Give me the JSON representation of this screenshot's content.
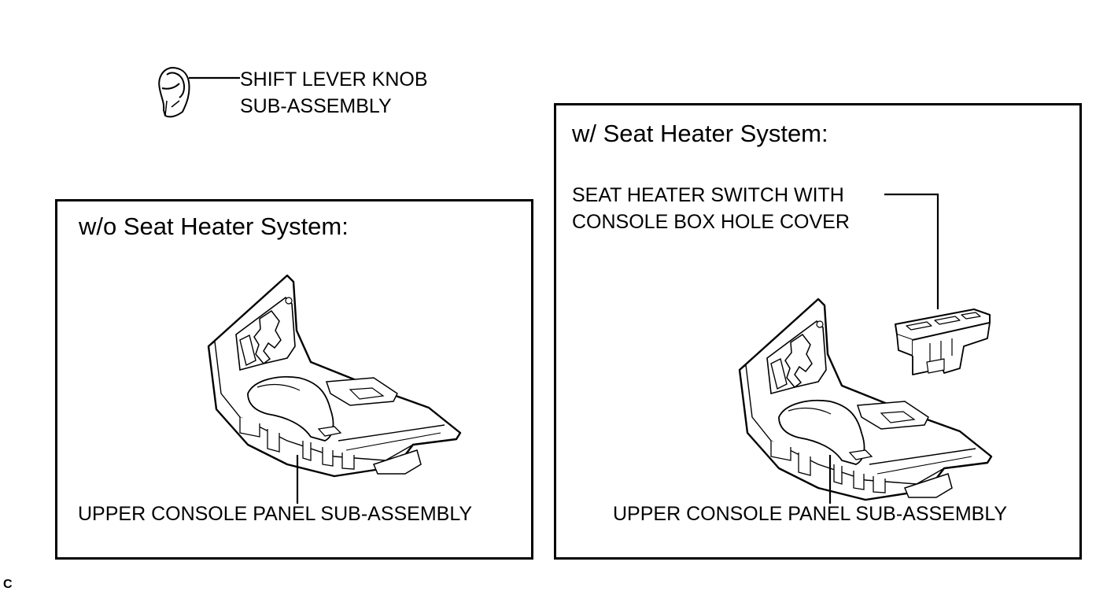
{
  "knob": {
    "label_line1": "SHIFT LEVER KNOB",
    "label_line2": "SUB-ASSEMBLY"
  },
  "left_panel": {
    "title": "w/o Seat Heater System:",
    "part_label": "UPPER CONSOLE PANEL SUB-ASSEMBLY"
  },
  "right_panel": {
    "title": "w/ Seat Heater System:",
    "switch_label_line1": "SEAT HEATER SWITCH WITH",
    "switch_label_line2": "CONSOLE BOX HOLE COVER",
    "part_label": "UPPER CONSOLE PANEL SUB-ASSEMBLY"
  },
  "corner_mark": "C"
}
